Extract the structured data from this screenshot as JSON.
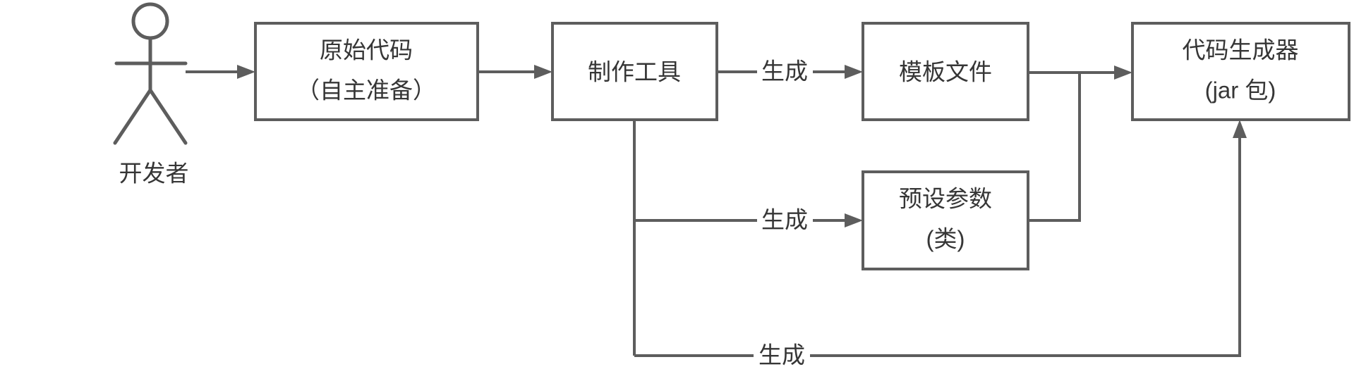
{
  "diagram": {
    "background": "#ffffff",
    "stroke_color": "#5d5d5d",
    "text_color": "#363636",
    "actor": {
      "label": "开发者"
    },
    "nodes": {
      "source_code": {
        "line1": "原始代码",
        "line2": "（自主准备）"
      },
      "build_tool": {
        "line1": "制作工具"
      },
      "template_file": {
        "line1": "模板文件"
      },
      "code_generator": {
        "line1": "代码生成器",
        "line2": "(jar 包)"
      },
      "preset_params": {
        "line1": "预设参数",
        "line2": "(类)"
      }
    },
    "edges": {
      "tool_to_template_label": "生成",
      "tool_to_params_label": "生成",
      "tool_to_generator_label": "生成"
    }
  }
}
